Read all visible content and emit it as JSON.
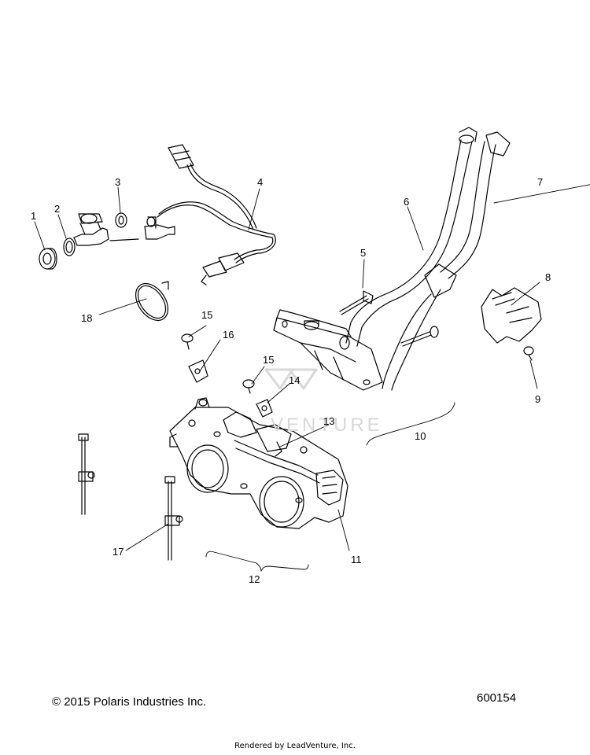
{
  "diagram": {
    "callouts": [
      "1",
      "2",
      "3",
      "4",
      "5",
      "6",
      "7",
      "8",
      "9",
      "10",
      "11",
      "12",
      "13",
      "14",
      "15",
      "15",
      "16",
      "17",
      "18"
    ],
    "watermark": "VENTURE"
  },
  "footer": {
    "copyright": "© 2015 Polaris Industries Inc.",
    "diagram_number": "600154",
    "rendered_by": "Rendered by LeadVenture, Inc."
  },
  "colors": {
    "line": "#000000",
    "background": "#ffffff",
    "watermark": "#d8d8d8"
  }
}
